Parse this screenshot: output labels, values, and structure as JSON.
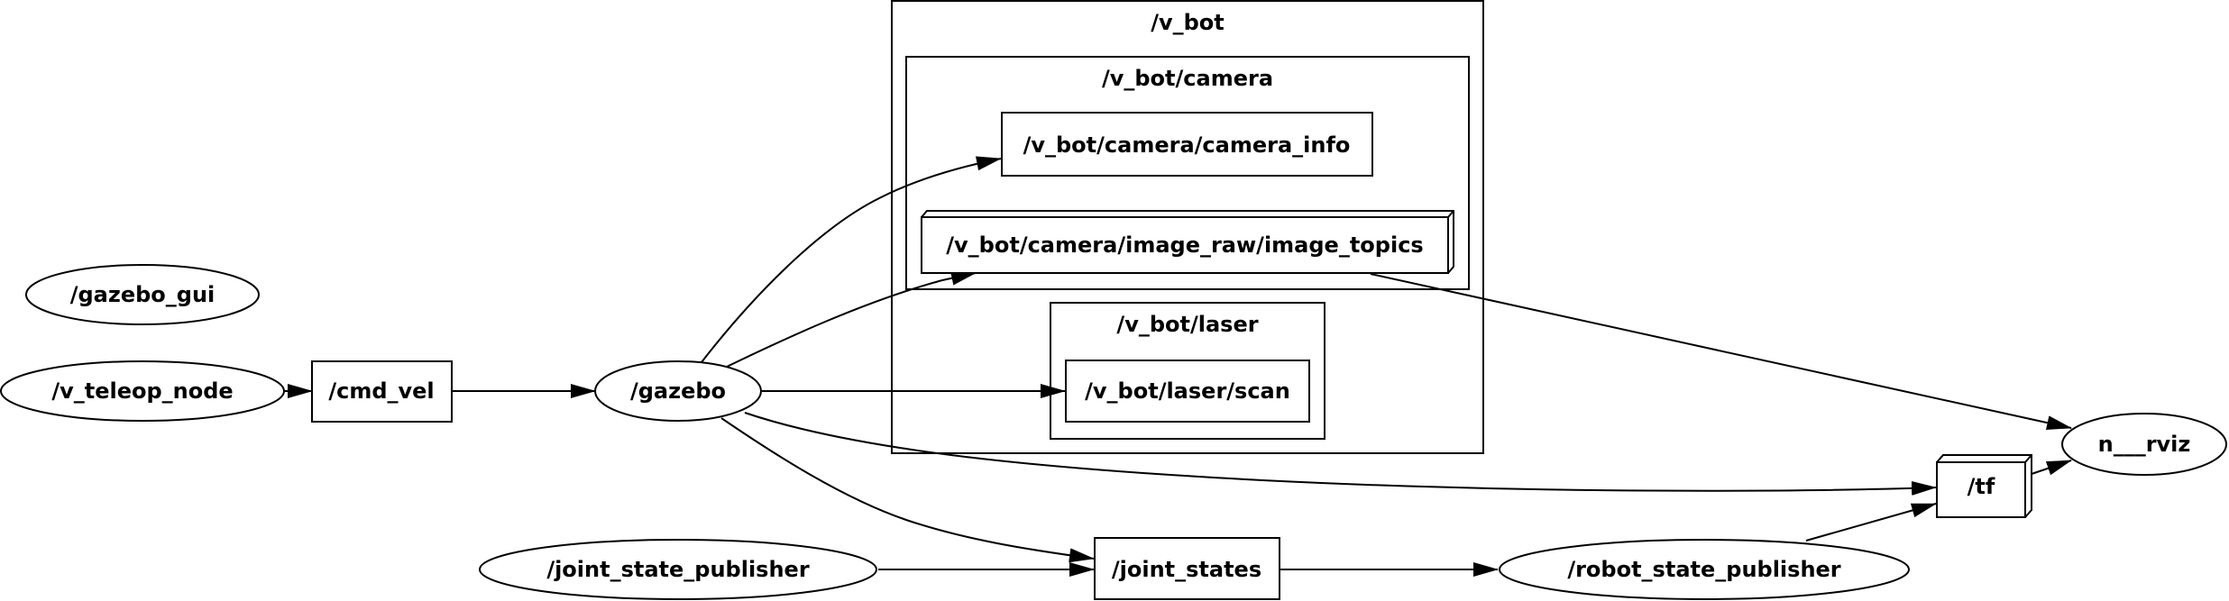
{
  "clusters": {
    "v_bot": "/v_bot",
    "camera": "/v_bot/camera",
    "laser": "/v_bot/laser"
  },
  "nodes": {
    "gazebo_gui": "/gazebo_gui",
    "v_teleop_node": "/v_teleop_node",
    "cmd_vel": "/cmd_vel",
    "gazebo": "/gazebo",
    "camera_info": "/v_bot/camera/camera_info",
    "image_topics": "/v_bot/camera/image_raw/image_topics",
    "laser_scan": "/v_bot/laser/scan",
    "joint_state_publisher": "/joint_state_publisher",
    "joint_states": "/joint_states",
    "robot_state_publisher": "/robot_state_publisher",
    "tf": "/tf",
    "rviz": "n___rviz"
  },
  "edges": [
    {
      "from": "v_teleop_node",
      "to": "cmd_vel"
    },
    {
      "from": "cmd_vel",
      "to": "gazebo"
    },
    {
      "from": "gazebo",
      "to": "camera_info"
    },
    {
      "from": "gazebo",
      "to": "image_topics"
    },
    {
      "from": "gazebo",
      "to": "laser_scan"
    },
    {
      "from": "gazebo",
      "to": "tf"
    },
    {
      "from": "gazebo",
      "to": "joint_states"
    },
    {
      "from": "joint_state_publisher",
      "to": "joint_states"
    },
    {
      "from": "joint_states",
      "to": "robot_state_publisher"
    },
    {
      "from": "robot_state_publisher",
      "to": "tf"
    },
    {
      "from": "tf",
      "to": "rviz"
    },
    {
      "from": "image_topics",
      "to": "rviz"
    }
  ]
}
